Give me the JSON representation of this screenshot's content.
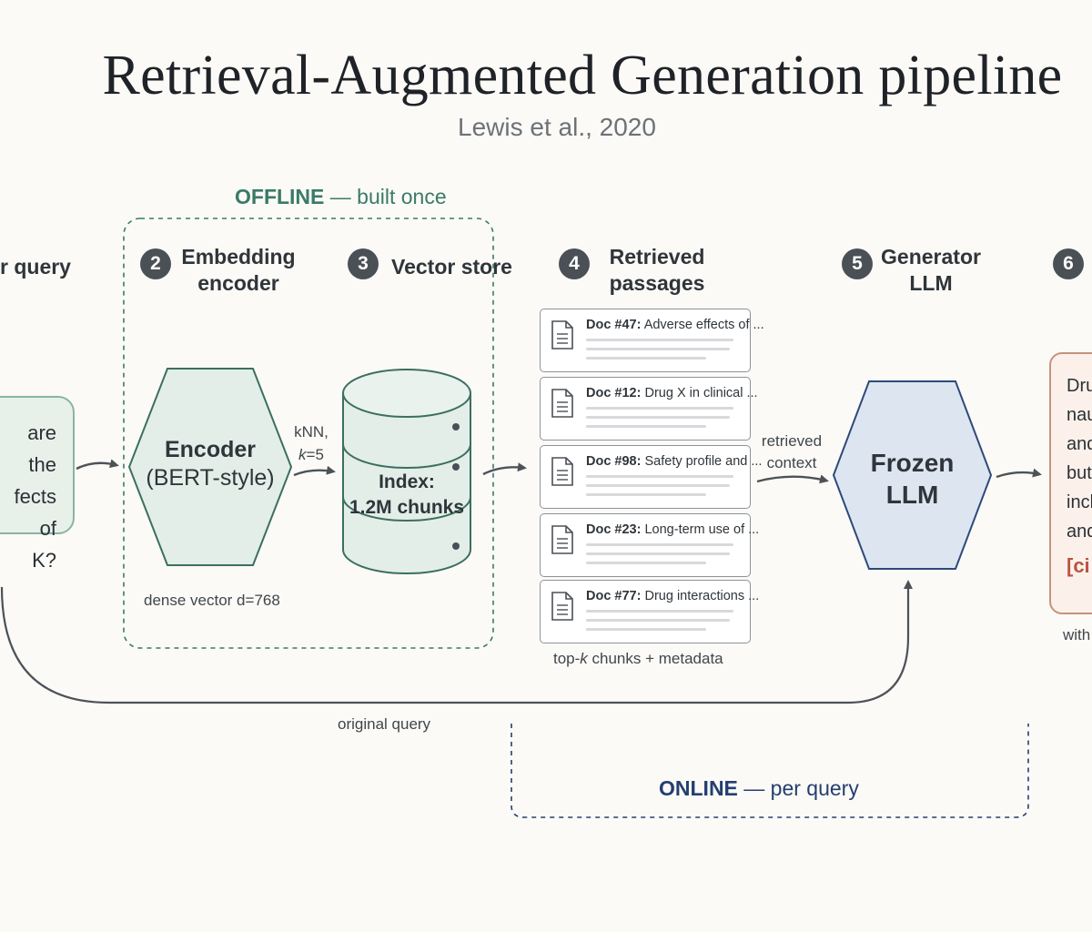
{
  "title": "Retrieval-Augmented Generation pipeline",
  "subtitle": "Lewis et al., 2020",
  "offline_zone": {
    "title": "OFFLINE",
    "rest": " — built once"
  },
  "online_zone": {
    "title": "ONLINE",
    "rest": " — per query"
  },
  "steps": {
    "query": {
      "title": "r query"
    },
    "encoder": {
      "number": "2",
      "title_line1": "Embedding",
      "title_line2": "encoder",
      "node_line1": "Encoder",
      "node_line2": "(BERT-style)",
      "note": "dense vector d=768"
    },
    "store": {
      "number": "3",
      "title": "Vector store",
      "node_line1": "Index:",
      "node_line2": "1.2M chunks"
    },
    "passages": {
      "number": "4",
      "title_line1": "Retrieved",
      "title_line2": "passages",
      "note_prefix": "top-",
      "note_k": "k",
      "note_suffix": " chunks + metadata"
    },
    "generator": {
      "number": "5",
      "title_line1": "Generator",
      "title_line2": "LLM",
      "node_line1": "Frozen",
      "node_line2": "LLM"
    },
    "answer": {
      "number": "6"
    }
  },
  "query_text": {
    "line1": "are the",
    "line2": "fects of",
    "line3": "K?"
  },
  "edge_labels": {
    "knn_line1": "kNN,",
    "knn_line2_k": "k",
    "knn_line2_rest": "=5",
    "retrieved_line1": "retrieved",
    "retrieved_line2": "context",
    "original_query": "original query"
  },
  "documents": [
    {
      "id": "Doc #47:",
      "title": "Adverse effects of ..."
    },
    {
      "id": "Doc #12:",
      "title": "Drug X in clinical ..."
    },
    {
      "id": "Doc #98:",
      "title": "Safety profile and ..."
    },
    {
      "id": "Doc #23:",
      "title": "Long-term use of ..."
    },
    {
      "id": "Doc #77:",
      "title": "Drug interactions ..."
    }
  ],
  "answer_text": {
    "line1": "Dru",
    "line2": "nau",
    "line3": "and",
    "line4": "but",
    "line5": "incl",
    "line6": "and",
    "cite": "[ci",
    "below": "with"
  },
  "colors": {
    "offline": "#3a7a68",
    "online": "#243f6f",
    "encoder_fill": "#e3eee8",
    "llm_fill": "#dde5f1",
    "answer_border": "#c6937c"
  }
}
